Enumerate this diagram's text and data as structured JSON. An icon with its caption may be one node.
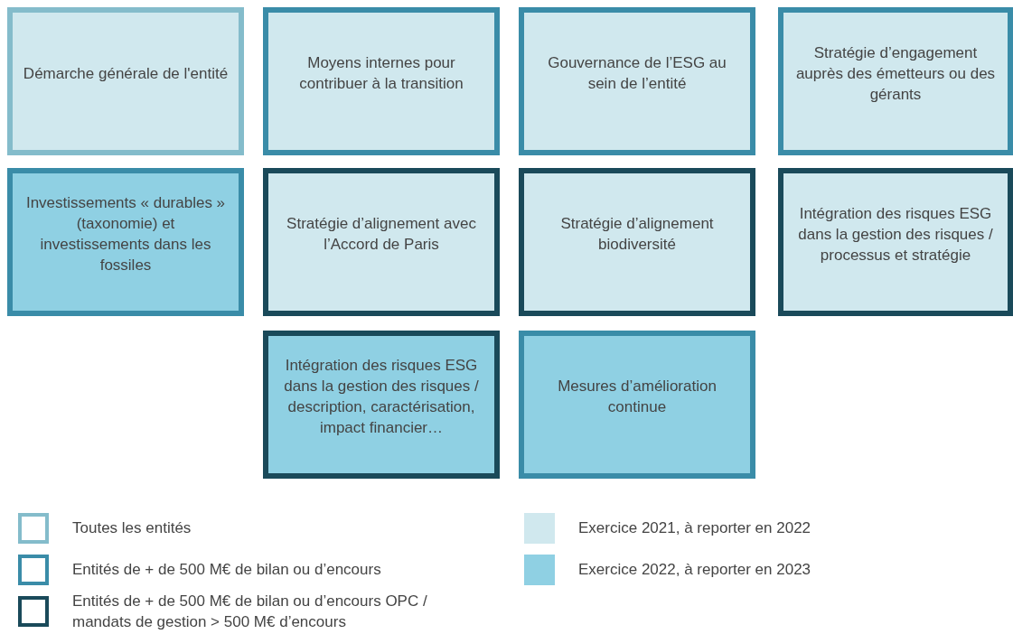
{
  "diagram": {
    "nodes": [
      {
        "text": [
          "Démarche générale de l'entité"
        ]
      },
      {
        "text": [
          "Moyens internes pour contribuer à la transition"
        ]
      },
      {
        "text": [
          "Gouvernance de l’ESG au sein de l’entité"
        ]
      },
      {
        "text": [
          "Stratégie d’engagement auprès des émetteurs ou des gérants"
        ]
      },
      {
        "text": [
          "Investissements « durables » (taxonomie) et investissements dans les fossiles"
        ]
      },
      {
        "text": [
          "Stratégie d’alignement avec l’Accord de Paris"
        ]
      },
      {
        "text": [
          "Stratégie d’alignement biodiversité"
        ]
      },
      {
        "text": [
          "Intégration des risques ESG dans la gestion des risques / processus et stratégie"
        ]
      },
      {
        "text": [
          "Intégration des risques ESG dans la gestion des risques / description, caractérisation, impact financier…"
        ]
      },
      {
        "text": [
          "Mesures d’amélioration continue"
        ]
      }
    ],
    "legend": [
      {
        "text": "Toutes les entités"
      },
      {
        "text": "Entités de + de 500 M€ de bilan ou d’encours"
      },
      {
        "text": "Entités de + de 500 M€ de bilan ou d’encours OPC / mandats de gestion > 500 M€ d’encours"
      },
      {
        "text": "Exercice 2021, à reporter en 2022",
        "color": "#d0e8ee"
      },
      {
        "text": "Exercice 2022, à reporter en 2023",
        "color": "#8fd0e3"
      }
    ]
  }
}
